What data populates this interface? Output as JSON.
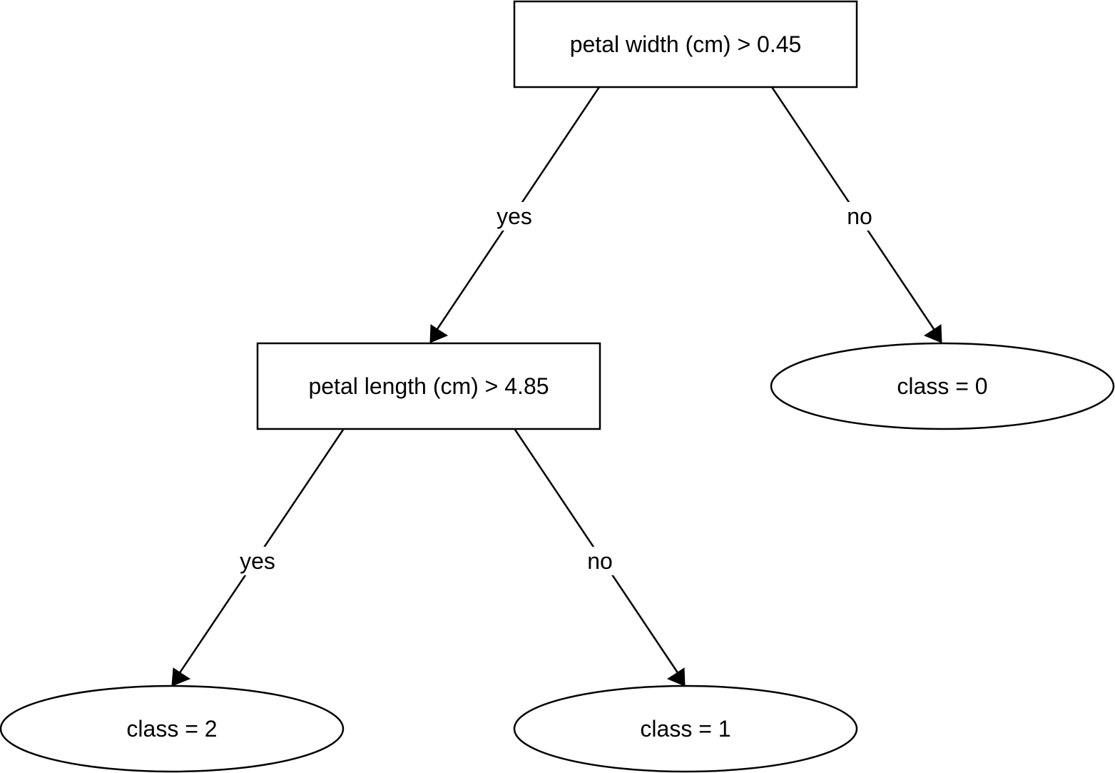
{
  "nodes": {
    "root": {
      "label": "petal width (cm) > 0.45",
      "shape": "rectangle"
    },
    "split_length": {
      "label": "petal length (cm) > 4.85",
      "shape": "rectangle"
    },
    "leaf_class0": {
      "label": "class = 0",
      "shape": "ellipse"
    },
    "leaf_class2": {
      "label": "class = 2",
      "shape": "ellipse"
    },
    "leaf_class1": {
      "label": "class = 1",
      "shape": "ellipse"
    }
  },
  "edges": {
    "root_to_length": {
      "from": "root",
      "to": "split_length",
      "label": "yes"
    },
    "root_to_class0": {
      "from": "root",
      "to": "leaf_class0",
      "label": "no"
    },
    "length_to_class2": {
      "from": "split_length",
      "to": "leaf_class2",
      "label": "yes"
    },
    "length_to_class1": {
      "from": "split_length",
      "to": "leaf_class1",
      "label": "no"
    }
  },
  "colors": {
    "stroke": "#000000",
    "fill": "#ffffff",
    "background": "#ffffff"
  }
}
